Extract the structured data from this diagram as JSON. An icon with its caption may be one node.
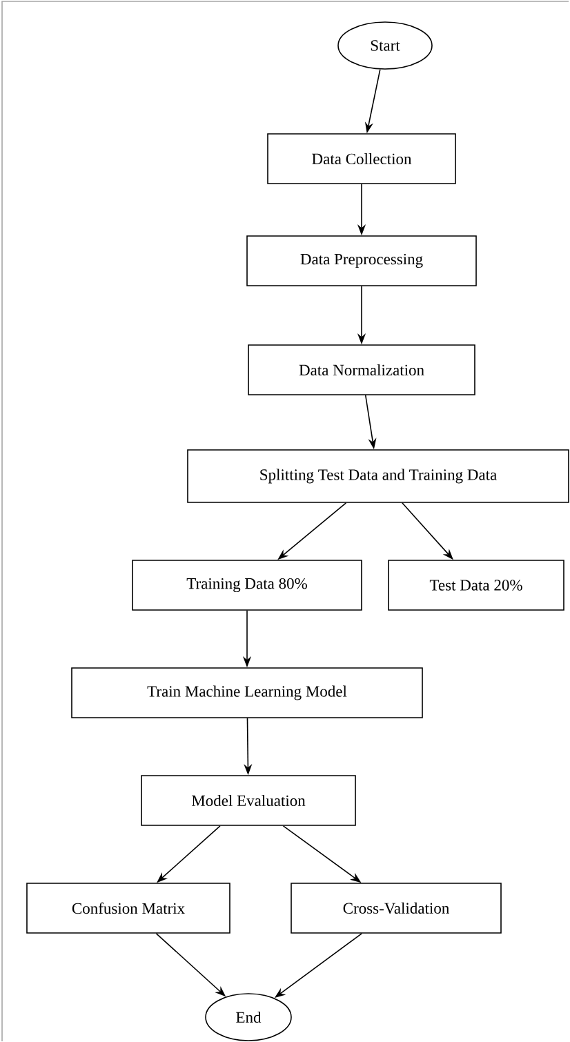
{
  "diagram": {
    "nodes": [
      {
        "text": [
          "Start"
        ]
      },
      {
        "text": [
          "Data Collection"
        ]
      },
      {
        "text": [
          "Data Preprocessing"
        ]
      },
      {
        "text": [
          "Data Normalization"
        ]
      },
      {
        "text": [
          "Splitting Test Data and Training Data"
        ]
      },
      {
        "text": [
          "Training Data 80%"
        ]
      },
      {
        "text": [
          "Test Data 20%"
        ]
      },
      {
        "text": [
          "Train Machine Learning Model"
        ]
      },
      {
        "text": [
          "Model Evaluation"
        ]
      },
      {
        "text": [
          "Confusion Matrix"
        ]
      },
      {
        "text": [
          "Cross-Validation"
        ]
      },
      {
        "text": [
          "End"
        ]
      }
    ],
    "edges": [
      {
        "from": 0,
        "to": 1,
        "arrow": "to"
      },
      {
        "from": 1,
        "to": 2,
        "arrow": "to"
      },
      {
        "from": 2,
        "to": 3,
        "arrow": "to"
      },
      {
        "from": 3,
        "to": 4,
        "arrow": "to"
      },
      {
        "from": 4,
        "to": 5,
        "arrow": "to"
      },
      {
        "from": 4,
        "to": 6,
        "arrow": "to"
      },
      {
        "from": 5,
        "to": 7,
        "arrow": "to"
      },
      {
        "from": 7,
        "to": 8,
        "arrow": "to"
      },
      {
        "from": 8,
        "to": 9,
        "arrow": "to"
      },
      {
        "from": 8,
        "to": 10,
        "arrow": "to"
      },
      {
        "from": 9,
        "to": 11,
        "arrow": "to"
      },
      {
        "from": 10,
        "to": 11,
        "arrow": "to"
      }
    ]
  }
}
